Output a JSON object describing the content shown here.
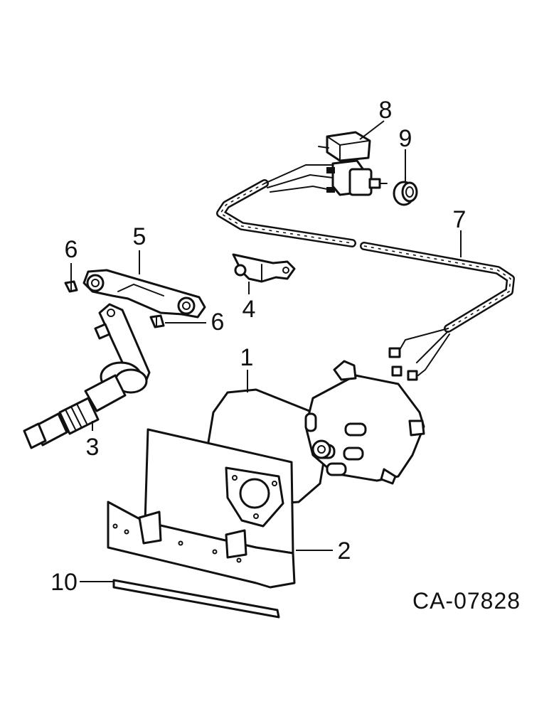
{
  "diagram": {
    "callouts": {
      "c1": "1",
      "c2": "2",
      "c3": "3",
      "c4": "4",
      "c5": "5",
      "c6a": "6",
      "c6b": "6",
      "c7": "7",
      "c8": "8",
      "c9": "9",
      "c10": "10"
    },
    "reference_code": "CA-07828"
  }
}
